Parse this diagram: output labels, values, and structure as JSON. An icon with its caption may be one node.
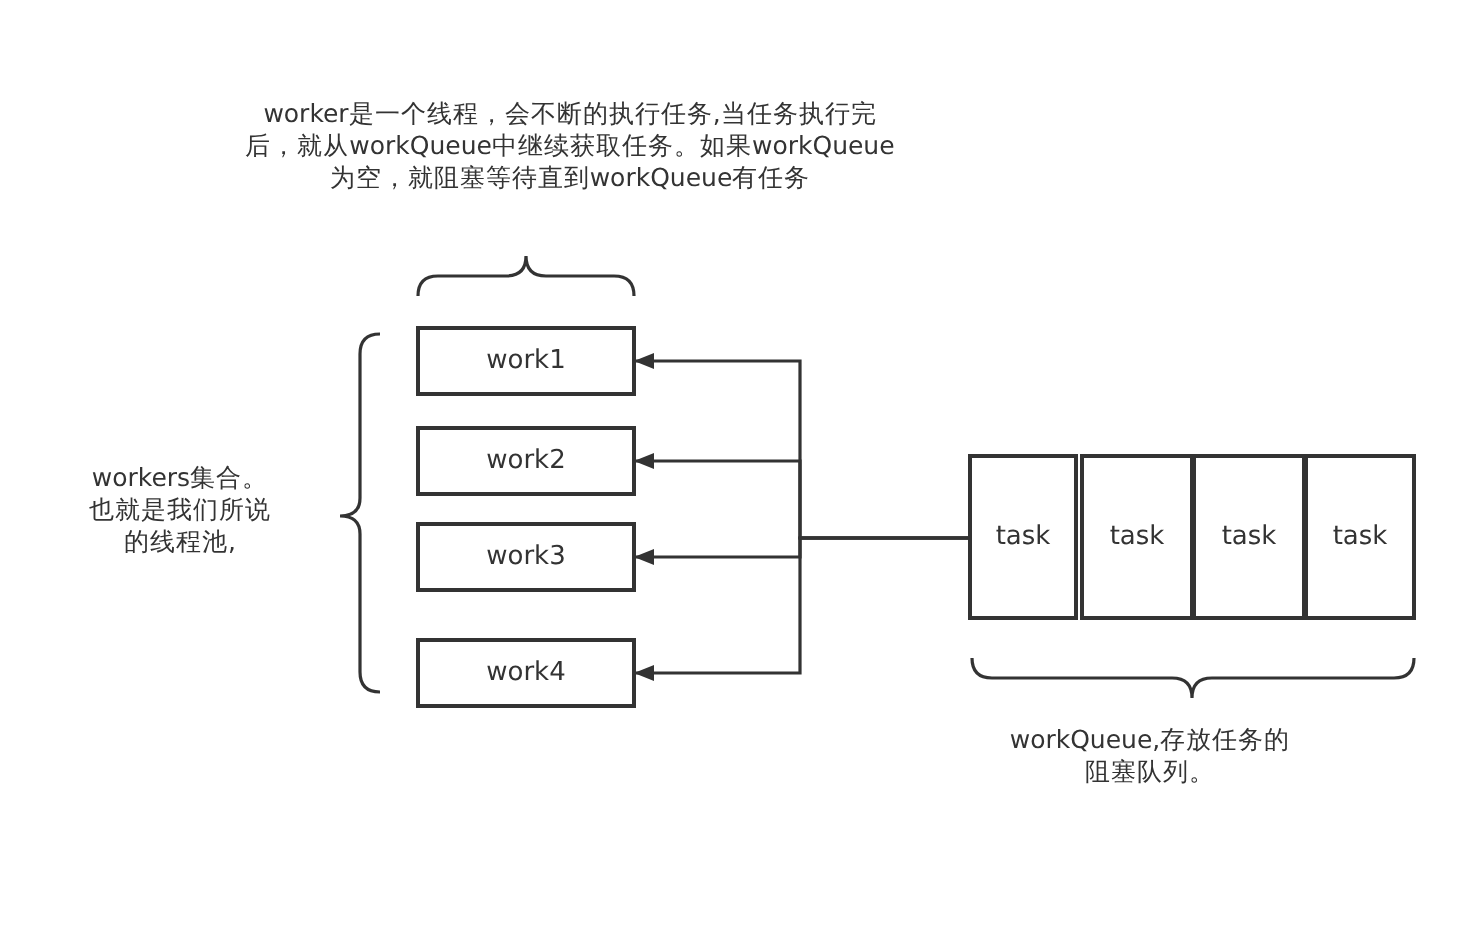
{
  "diagram": {
    "nodes": [
      {
        "text": [
          "work1"
        ]
      },
      {
        "text": [
          "work2"
        ]
      },
      {
        "text": [
          "work3"
        ]
      },
      {
        "text": [
          "work4"
        ]
      },
      {
        "text": [
          "task"
        ]
      },
      {
        "text": [
          "task"
        ]
      },
      {
        "text": [
          "task"
        ]
      },
      {
        "text": [
          "task"
        ]
      }
    ],
    "edges": [
      {
        "from": 4,
        "to": 0,
        "arrow": "to"
      },
      {
        "from": 4,
        "to": 1,
        "arrow": "to"
      },
      {
        "from": 4,
        "to": 2,
        "arrow": "to"
      },
      {
        "from": 4,
        "to": 3,
        "arrow": "to"
      }
    ],
    "labels": [
      "worker是一个线程，会不断的执行任务,当任务执行完后，就从workQueue中继续获取任务。如果workQueue为空，就阻塞等待直到workQueue有任务",
      "workers集合。也就是我们所说的线程池,",
      "workQueue,存放任务的阻塞队列。"
    ]
  }
}
